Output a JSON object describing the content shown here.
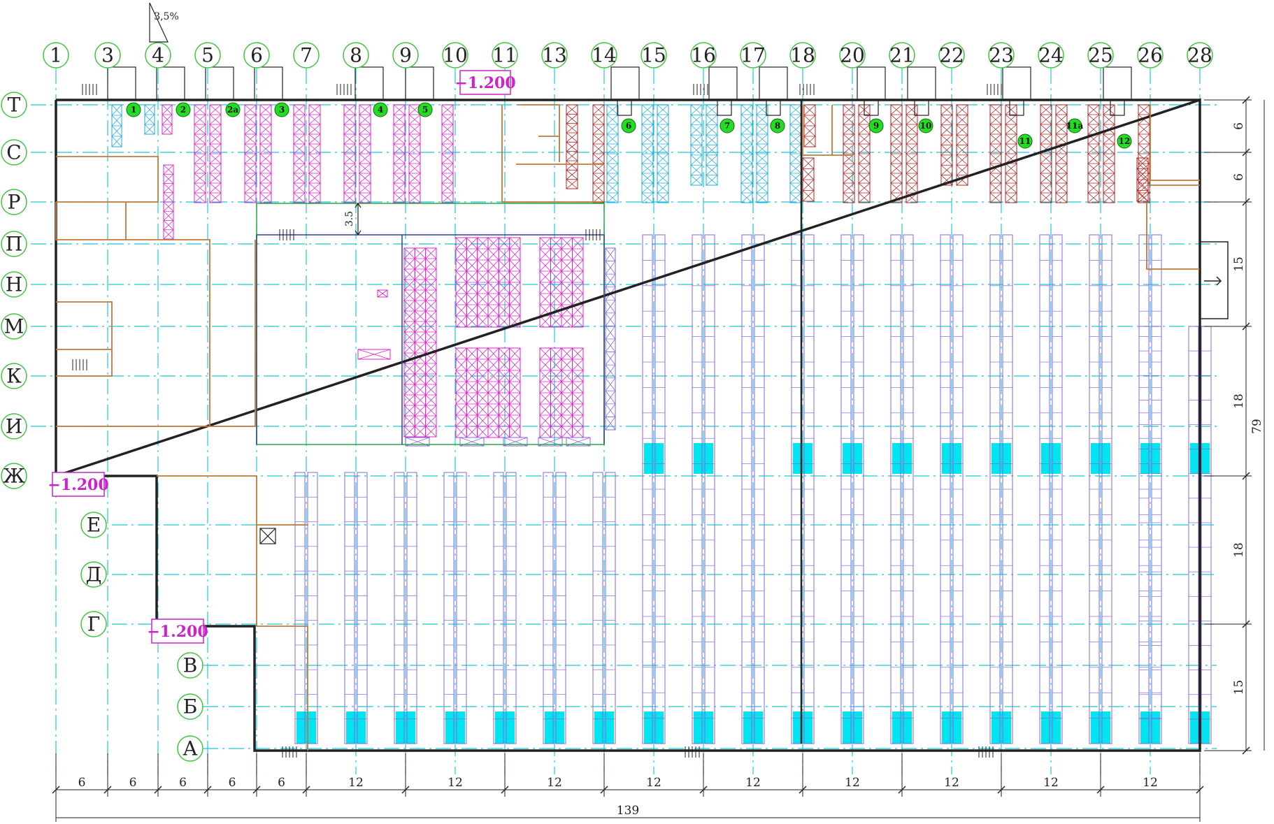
{
  "colors": {
    "grid_line": "#1fc8d8",
    "bubble": "#44c444",
    "wall": "#222222",
    "partition": "#c0793a",
    "rack_magenta": "#dd22cc",
    "rack_cyan": "#22aadd",
    "rack_red": "#b02222",
    "rack_violet": "#8866dd",
    "fill_cyan": "#00e5f0",
    "dock_marker": "#22dd22",
    "elevation": "#cc22cc",
    "mezzanine_line": "#22aa44"
  },
  "axes_columns": [
    "1",
    "3",
    "4",
    "5",
    "6",
    "7",
    "8",
    "9",
    "10",
    "11",
    "13",
    "14",
    "15",
    "16",
    "17",
    "18",
    "20",
    "21",
    "22",
    "23",
    "24",
    "25",
    "26",
    "28"
  ],
  "axes_rows": [
    "Т",
    "С",
    "Р",
    "П",
    "Н",
    "М",
    "К",
    "И",
    "Ж",
    "Е",
    "Д",
    "Г",
    "В",
    "Б",
    "А"
  ],
  "bottom_dimensions": [
    "6",
    "6",
    "6",
    "6",
    "6",
    "12",
    "12",
    "12",
    "12",
    "12",
    "12",
    "12",
    "12",
    "12"
  ],
  "overall_width": "139",
  "right_dimensions": [
    "6",
    "6",
    "15",
    "18",
    "18",
    "15"
  ],
  "overall_depth": "79",
  "dock_labels": [
    "1",
    "2",
    "2а",
    "3",
    "4",
    "5",
    "6",
    "7",
    "8",
    "9",
    "10",
    "11",
    "11а",
    "12"
  ],
  "elevations": [
    "−1.200",
    "−1.200",
    "−1.200"
  ],
  "slope_label": "3,5%",
  "clearance_label": "3.5"
}
